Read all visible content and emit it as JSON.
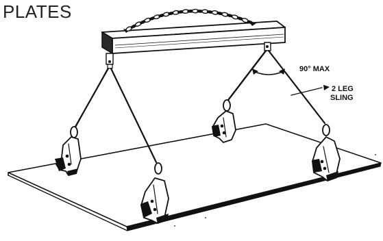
{
  "title": "PLATES",
  "labels": {
    "angle": "90° MAX",
    "sling_line1": "2 LEG",
    "sling_line2": "SLING"
  }
}
